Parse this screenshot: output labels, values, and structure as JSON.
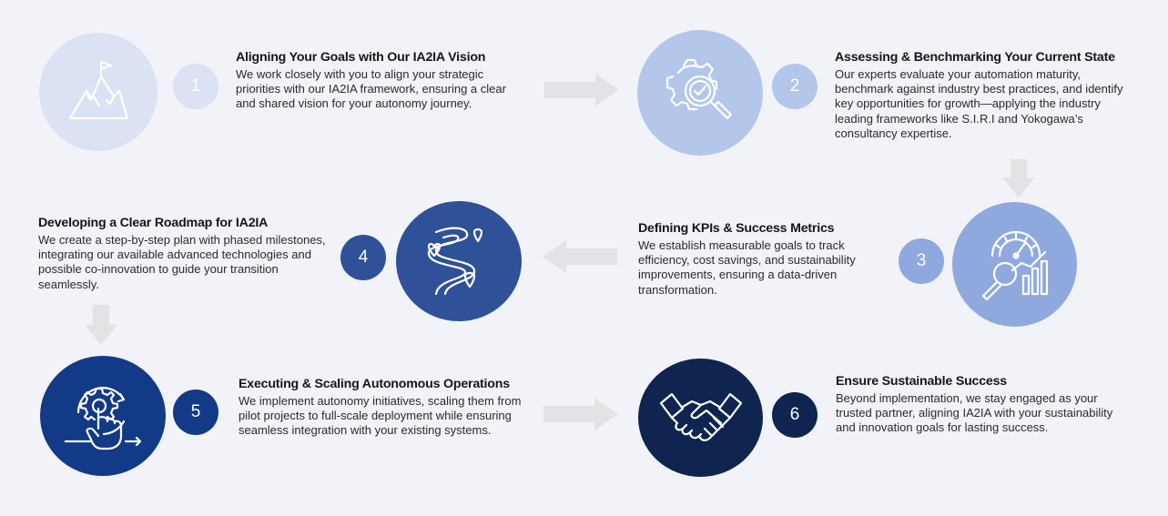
{
  "colors": {
    "background": "#f2f3f9",
    "step1_circle": "#dbe2f3",
    "step2_circle": "#b4c6ea",
    "step3_circle": "#8fa9df",
    "step4_circle": "#2f5197",
    "step5_circle": "#133a86",
    "step6_circle": "#0f2550",
    "arrow": "#e3e3e6"
  },
  "steps": [
    {
      "number": "1",
      "icon": "mountain-flag-icon",
      "title": "Aligning Your Goals with Our IA2IA Vision",
      "body": "We work closely with you to align your strategic priorities with our IA2IA framework, ensuring a clear and shared vision for your autonomy journey."
    },
    {
      "number": "2",
      "icon": "gear-magnifier-check-icon",
      "title": "Assessing & Benchmarking Your Current State",
      "body": "Our experts evaluate your automation maturity, benchmark against industry best practices, and identify key opportunities for growth—applying the industry leading frameworks like S.I.R.I and Yokogawa’s consultancy expertise."
    },
    {
      "number": "3",
      "icon": "gauge-magnifier-chart-icon",
      "title": "Defining KPIs & Success Metrics",
      "body": "We establish measurable goals to track efficiency, cost savings, and sustainability improvements, ensuring a data-driven transformation."
    },
    {
      "number": "4",
      "icon": "winding-road-pins-icon",
      "title": "Developing a Clear Roadmap for IA2IA",
      "body": "We create a step-by-step plan with phased milestones, integrating our available advanced technologies and possible co-innovation to guide your transition seamlessly."
    },
    {
      "number": "5",
      "icon": "hand-gear-cycle-icon",
      "title": "Executing & Scaling Autonomous Operations",
      "body": "We implement autonomy initiatives, scaling them from pilot projects to full-scale deployment while ensuring seamless integration with your existing systems."
    },
    {
      "number": "6",
      "icon": "handshake-icon",
      "title": "Ensure Sustainable Success",
      "body": "Beyond implementation, we stay engaged as your trusted partner, aligning IA2IA with your sustainability and innovation goals for lasting success."
    }
  ]
}
